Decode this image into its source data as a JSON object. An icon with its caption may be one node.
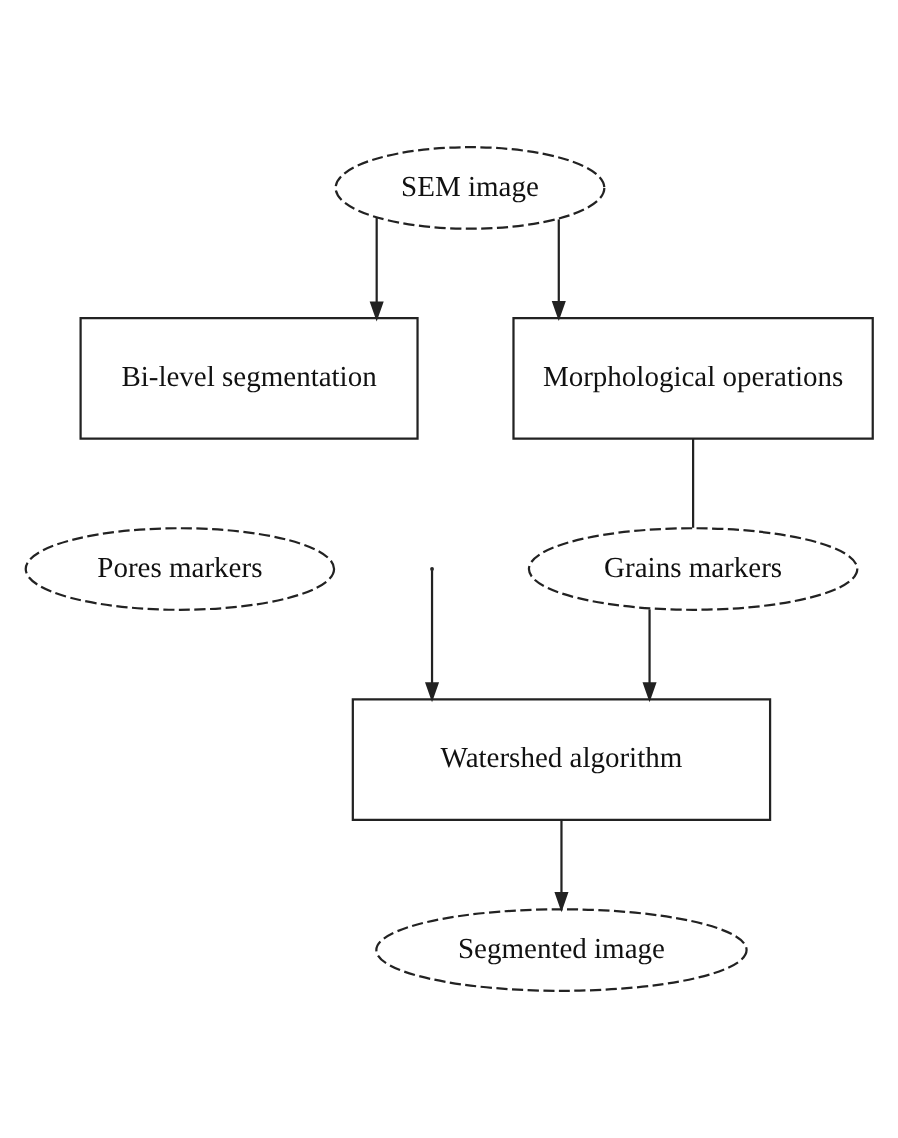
{
  "diagram": {
    "nodes": [
      {
        "text": [
          "SEM image"
        ]
      },
      {
        "text": [
          "Bi-level segmentation"
        ]
      },
      {
        "text": [
          "Morphological operations"
        ]
      },
      {
        "text": [
          "Pores markers"
        ]
      },
      {
        "text": [
          "Grains markers"
        ]
      },
      {
        "text": [
          "Watershed algorithm"
        ]
      },
      {
        "text": [
          "Segmented image"
        ]
      }
    ],
    "edges": [
      {
        "from": 0,
        "to": 1,
        "arrow": "to"
      },
      {
        "from": 0,
        "to": 2,
        "arrow": "to"
      },
      {
        "from": 2,
        "to": 4,
        "arrow": "none"
      },
      {
        "from": 4,
        "to": 5,
        "arrow": "to"
      },
      {
        "from": null,
        "to": 5,
        "arrow": "to"
      },
      {
        "from": 5,
        "to": 6,
        "arrow": "to"
      }
    ]
  }
}
